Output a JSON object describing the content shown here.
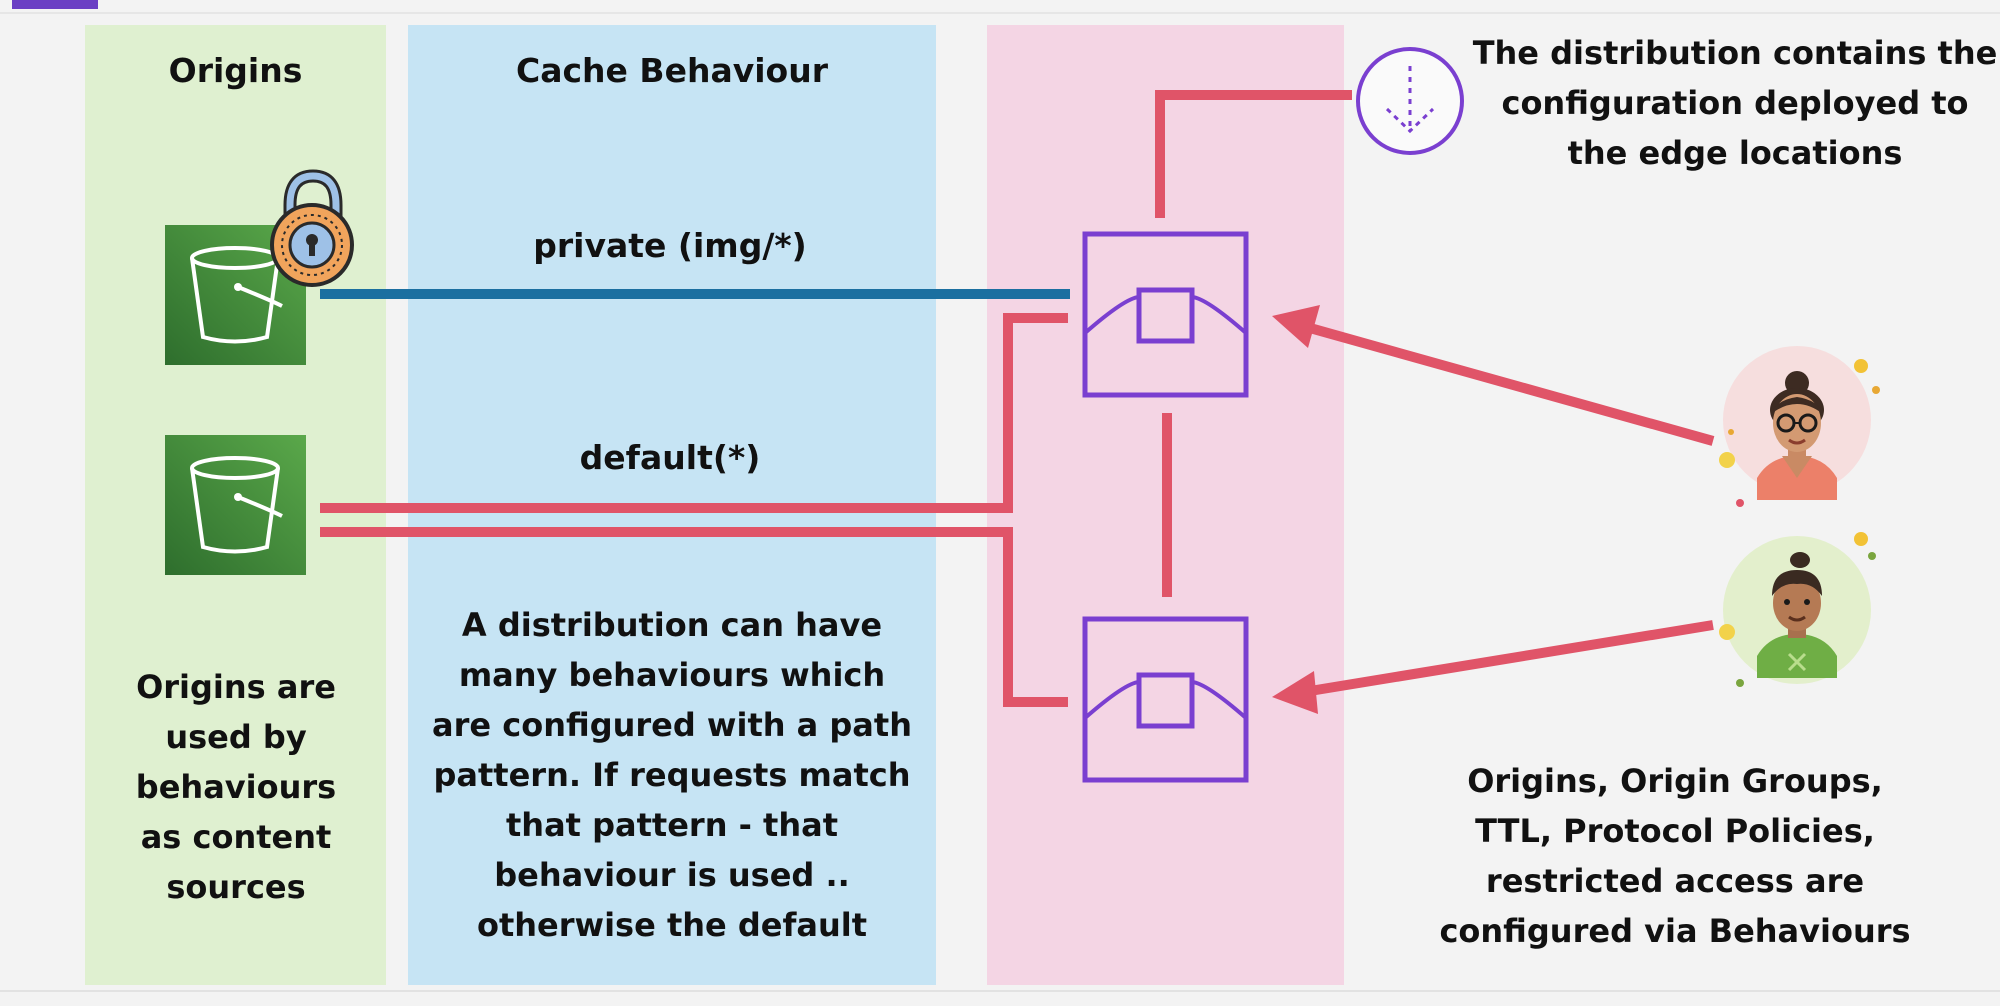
{
  "panels": {
    "origins_heading": "Origins",
    "cache_heading": "Cache Behaviour"
  },
  "labels": {
    "private_behaviour": "private (img/*)",
    "default_behaviour": "default(*)",
    "origins_note": "Origins are used by behaviours as content sources",
    "behaviour_note": "A distribution can have many behaviours which are configured with a path pattern. If requests match that pattern - that behaviour is used .. otherwise the default",
    "distribution_note": "The distribution contains the configuration deployed to the edge locations",
    "config_note": "Origins, Origin Groups, TTL, Protocol Policies, restricted access are configured via Behaviours"
  },
  "colors": {
    "origins_panel": "#dff0d0",
    "cache_panel": "#c6e4f4",
    "distribution_panel": "#f4d5e4",
    "default_path": "#e05468",
    "private_path": "#1b6fa0",
    "edge_icon": "#7a3fd0",
    "bucket_green": "#3f8f3a"
  },
  "icons": [
    "s3-bucket-icon",
    "padlock-icon",
    "edge-location-icon",
    "distribution-icon",
    "user-avatar-icon"
  ]
}
